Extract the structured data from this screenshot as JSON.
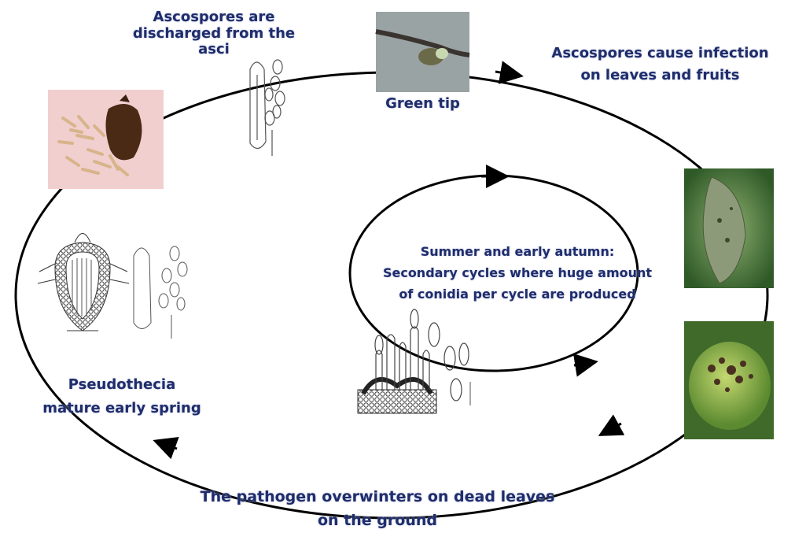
{
  "labels": {
    "ascospores_discharged": [
      "Ascospores are",
      "discharged from the",
      "asci"
    ],
    "green_tip": "Green tip",
    "ascospores_infection": [
      "Ascospores cause infection",
      "on leaves and fruits"
    ],
    "secondary_cycles": [
      "Summer and early autumn:",
      "Secondary cycles where huge amount",
      "of conidia per cycle  are produced"
    ],
    "pseudothecia": [
      "Pseudothecia",
      "mature early spring"
    ],
    "overwinter": [
      "The pathogen overwinters on dead leaves",
      "on the ground"
    ]
  },
  "colors": {
    "text": "#1f2d6b",
    "cycle_line": "#000000"
  },
  "images": [
    {
      "name": "ascospores-micrograph-image",
      "depicts": "micrograph of pseudothecium releasing ascospores"
    },
    {
      "name": "ascus-drawing-top-image",
      "depicts": "drawing of ascus with ascospores"
    },
    {
      "name": "green-tip-bud-photo",
      "depicts": "apple twig bud at green tip stage"
    },
    {
      "name": "infected-leaf-photo",
      "depicts": "apple leaf with scab lesions"
    },
    {
      "name": "infected-fruit-photo",
      "depicts": "apple fruit with scab spots"
    },
    {
      "name": "pseudothecium-drawing-image",
      "depicts": "cross-section drawing of pseudothecium and asci"
    },
    {
      "name": "conidiophores-drawing-image",
      "depicts": "drawing of conidiophores and conidia"
    }
  ]
}
